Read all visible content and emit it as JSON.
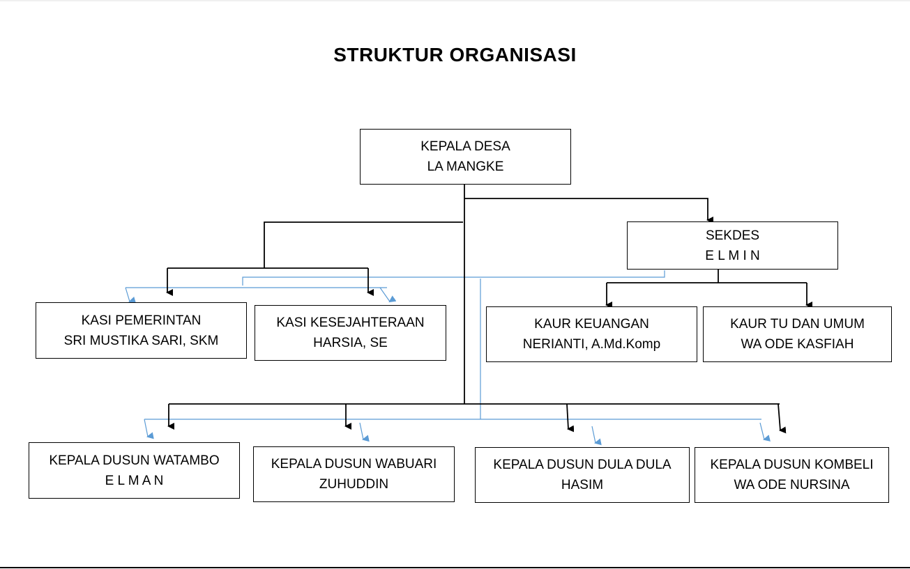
{
  "title": "STRUKTUR ORGANISASI",
  "colors": {
    "line_primary": "#000000",
    "line_secondary": "#5b9bd5"
  },
  "nodes": {
    "kepala_desa": {
      "role": "KEPALA DESA",
      "name": "LA MANGKE"
    },
    "sekdes": {
      "role": "SEKDES",
      "name": "E L M I N"
    },
    "kasi_pemerintan": {
      "role": "KASI PEMERINTAN",
      "name": "SRI MUSTIKA SARI, SKM"
    },
    "kasi_kesejahteraan": {
      "role": "KASI KESEJAHTERAAN",
      "name": "HARSIA, SE"
    },
    "kaur_keuangan": {
      "role": "KAUR KEUANGAN",
      "name": "NERIANTI, A.Md.Komp"
    },
    "kaur_tu_umum": {
      "role": "KAUR TU DAN UMUM",
      "name": "WA ODE KASFIAH"
    },
    "dusun_watambo": {
      "role": "KEPALA DUSUN WATAMBO",
      "name": "E L M A N"
    },
    "dusun_wabuari": {
      "role": "KEPALA DUSUN WABUARI",
      "name": "ZUHUDDIN"
    },
    "dusun_dula_dula": {
      "role": "KEPALA DUSUN DULA DULA",
      "name": "HASIM"
    },
    "dusun_kombeli": {
      "role": "KEPALA DUSUN KOMBELI",
      "name": "WA ODE NURSINA"
    }
  }
}
